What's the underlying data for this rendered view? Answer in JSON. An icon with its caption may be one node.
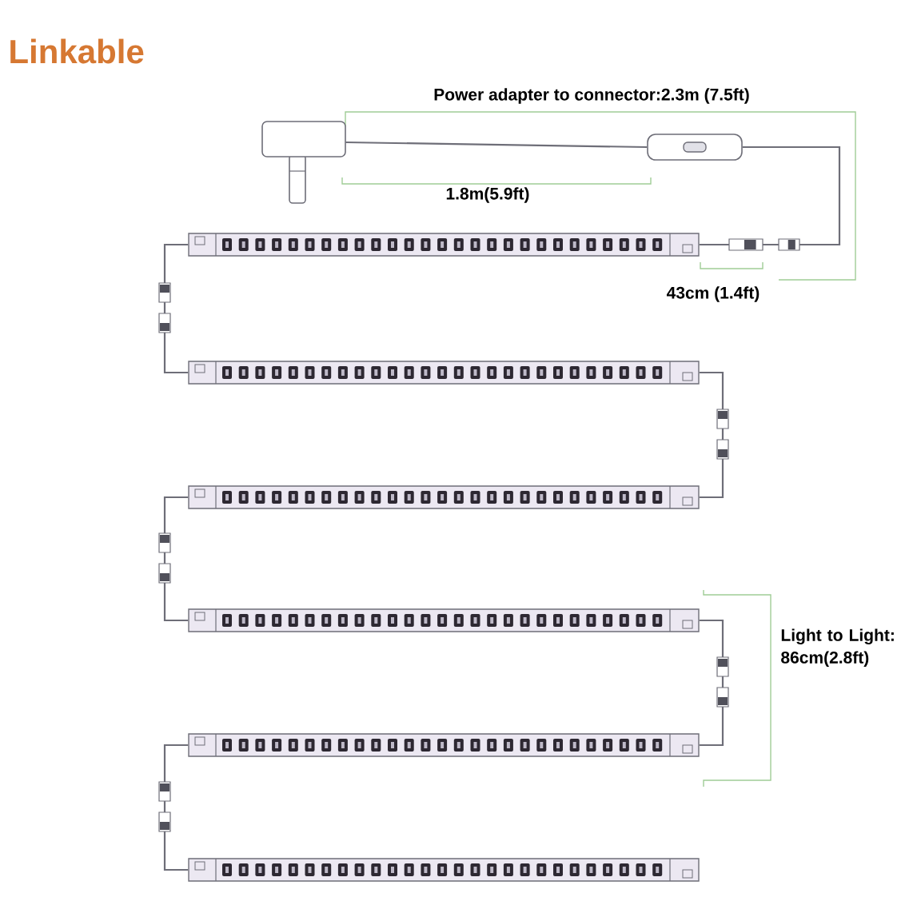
{
  "diagram": {
    "title": "Linkable",
    "nodes": [
      {
        "text": [],
        "shape": "picture"
      },
      {
        "text": [],
        "shape": "box"
      },
      {
        "text": [],
        "shape": "bar"
      },
      {
        "text": [],
        "shape": "bar"
      },
      {
        "text": [],
        "shape": "bar"
      },
      {
        "text": [],
        "shape": "bar"
      },
      {
        "text": [],
        "shape": "bar"
      },
      {
        "text": [],
        "shape": "bar"
      }
    ],
    "edges": [
      {
        "from": 0,
        "to": 1,
        "arrow": "none"
      },
      {
        "from": 1,
        "to": 2,
        "arrow": "none"
      },
      {
        "from": 2,
        "to": 3,
        "arrow": "none"
      },
      {
        "from": 3,
        "to": 4,
        "arrow": "none"
      },
      {
        "from": 4,
        "to": 5,
        "arrow": "none"
      },
      {
        "from": 5,
        "to": 6,
        "arrow": "none"
      },
      {
        "from": 6,
        "to": 7,
        "arrow": "none"
      }
    ],
    "labels": [
      "Power adapter to connector:2.3m (7.5ft)",
      "1.8m(5.9ft)",
      "43cm (1.4ft)",
      "Light to Light: 86cm(2.8ft)"
    ]
  }
}
